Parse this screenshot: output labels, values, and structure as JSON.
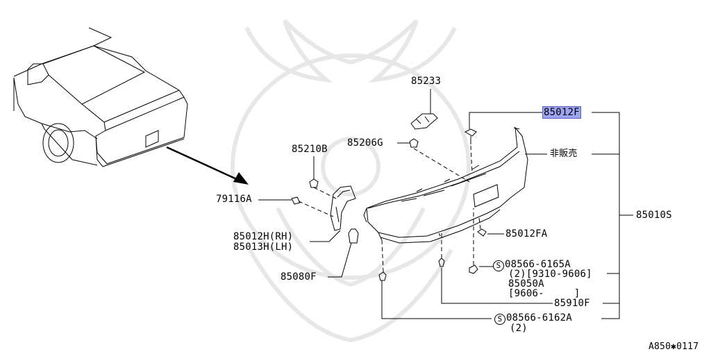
{
  "labels": {
    "p85233": "85233",
    "p85012f": "85012F",
    "p85206g": "85206G",
    "p85210b": "85210B",
    "p79116a": "79116A",
    "p85012h": "85012H(RH)",
    "p85013h": "85013H(LH)",
    "p85080f": "85080F",
    "hiHanbai": "非販売",
    "p85010s": "85010S",
    "p85012fa": "85012FA",
    "s1_part": "08566-6165A",
    "s1_qty": "(2)[9310-9606]",
    "p85050a": "85050A",
    "p85050a_range": "[9606-     ]",
    "p85910f": "85910F",
    "s2_part": "08566-6162A",
    "s2_qty": "(2)",
    "s_symbol": "S",
    "footer_code": "A850✱0117"
  },
  "colors": {
    "highlight": "#9aa4f0",
    "line": "#000000",
    "watermark": "#808080"
  }
}
